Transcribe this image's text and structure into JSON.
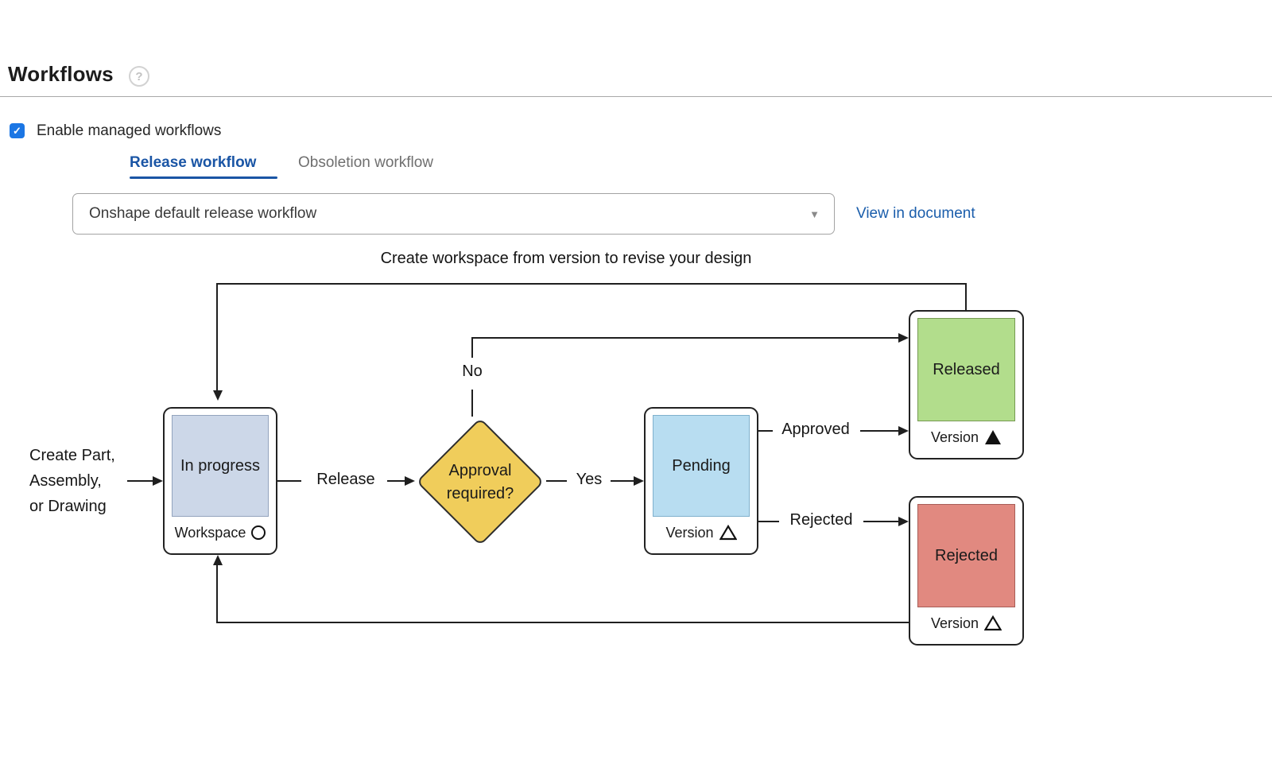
{
  "header": {
    "title": "Workflows",
    "help": "?"
  },
  "settings": {
    "enable_workflows_label": "Enable managed workflows",
    "checkbox_checked": true,
    "checkmark": "✓"
  },
  "tabs": {
    "release": "Release workflow",
    "obsoletion": "Obsoletion workflow",
    "active": "Release workflow"
  },
  "selector": {
    "value": "Onshape default release workflow",
    "caret_icon": "▼",
    "view_link": "View in document"
  },
  "diagram": {
    "caption": "Create workspace from version to revise your design",
    "start": {
      "line1": "Create Part,",
      "line2": "Assembly,",
      "line3": "or Drawing"
    },
    "nodes": {
      "in_progress": {
        "label": "In progress",
        "footer": "Workspace",
        "marker": "circle-outline",
        "fill": "#ccd7e8"
      },
      "approval": {
        "line1": "Approval",
        "line2": "required?",
        "shape": "diamond",
        "fill": "#f0cd5b"
      },
      "pending": {
        "label": "Pending",
        "footer": "Version",
        "marker": "triangle-outline",
        "fill": "#b8ddf1"
      },
      "released": {
        "label": "Released",
        "footer": "Version",
        "marker": "triangle-filled",
        "fill": "#b2dd8c"
      },
      "rejected": {
        "label": "Rejected",
        "footer": "Version",
        "marker": "triangle-outline",
        "fill": "#e18980"
      }
    },
    "edges": {
      "release": "Release",
      "yes": "Yes",
      "no": "No",
      "approved": "Approved",
      "rejected": "Rejected"
    }
  },
  "colors": {
    "checkbox_blue": "#1b76e4",
    "tab_blue": "#1a55a5",
    "link_blue": "#1a5dab",
    "line_color": "#1f1f1f"
  }
}
